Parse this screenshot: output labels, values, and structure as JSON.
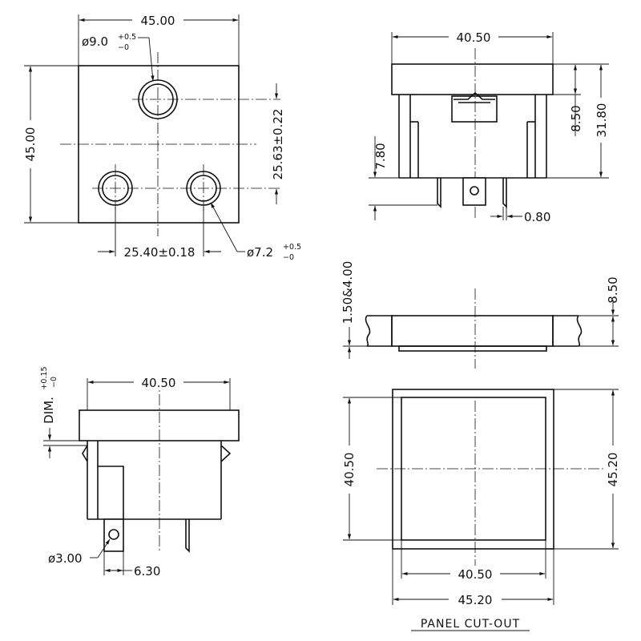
{
  "front_view": {
    "width": "45.00",
    "height": "45.00",
    "top_hole": "ø9.0",
    "top_hole_tol_upper": "+0.5",
    "top_hole_tol_lower": "−0",
    "pin_offset": "25.63±0.22",
    "pin_spacing": "25.40±0.18",
    "pin_hole": "ø7.2",
    "pin_hole_tol_upper": "+0.5",
    "pin_hole_tol_lower": "−0"
  },
  "side_view": {
    "width": "40.50",
    "flange": "8.50",
    "total_height": "31.80",
    "terminal": "7.80",
    "tab_thickness": "0.80"
  },
  "bottom_view": {
    "width": "40.50",
    "dim_label": "DIM.",
    "dim_tol_upper": "+0.15",
    "dim_tol_lower": "−0",
    "hole": "ø3.00",
    "tab_width": "6.30"
  },
  "panel_section": {
    "thickness": "1.50&4.00",
    "flange": "8.50"
  },
  "panel_cutout": {
    "inner_height": "40.50",
    "outer_height": "45.20",
    "inner_width": "40.50",
    "outer_width": "45.20",
    "title": "PANEL CUT-OUT"
  }
}
